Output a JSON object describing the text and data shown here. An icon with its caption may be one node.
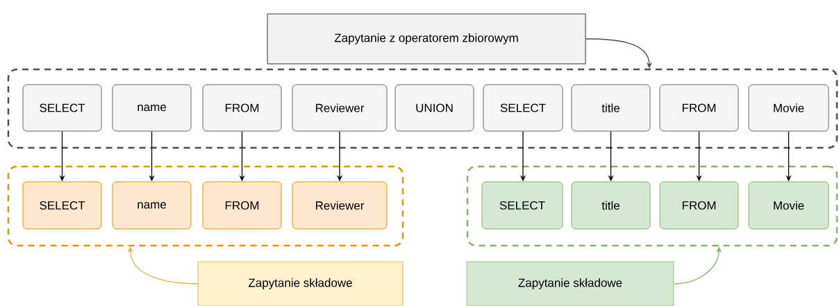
{
  "diagram": {
    "nodes": [
      {
        "text": [
          "Zapytanie z operatorem zbiorowym"
        ]
      },
      {
        "text": [],
        "shape": "box"
      },
      {
        "text": [
          "SELECT"
        ],
        "in": 1
      },
      {
        "text": [
          "name"
        ],
        "in": 1
      },
      {
        "text": [
          "FROM"
        ],
        "in": 1
      },
      {
        "text": [
          "Reviewer"
        ],
        "in": 1
      },
      {
        "text": [
          "UNION"
        ],
        "in": 1
      },
      {
        "text": [
          "SELECT"
        ],
        "in": 1
      },
      {
        "text": [
          "title"
        ],
        "in": 1
      },
      {
        "text": [
          "FROM"
        ],
        "in": 1
      },
      {
        "text": [
          "Movie"
        ],
        "in": 1
      },
      {
        "text": [],
        "shape": "box"
      },
      {
        "text": [
          "SELECT"
        ],
        "in": 11
      },
      {
        "text": [
          "name"
        ],
        "in": 11
      },
      {
        "text": [
          "FROM"
        ],
        "in": 11
      },
      {
        "text": [
          "Reviewer"
        ],
        "in": 11
      },
      {
        "text": [],
        "shape": "box"
      },
      {
        "text": [
          "SELECT"
        ],
        "in": 16
      },
      {
        "text": [
          "title"
        ],
        "in": 16
      },
      {
        "text": [
          "FROM"
        ],
        "in": 16
      },
      {
        "text": [
          "Movie"
        ],
        "in": 16
      },
      {
        "text": [
          "Zapytanie składowe"
        ]
      },
      {
        "text": [
          "Zapytanie składowe"
        ]
      }
    ],
    "edges": [
      {
        "from": 0,
        "to": 1,
        "arrow": "to",
        "color": "#4d4d4d"
      },
      {
        "from": 2,
        "to": 12,
        "arrow": "to"
      },
      {
        "from": 3,
        "to": 13,
        "arrow": "to"
      },
      {
        "from": 4,
        "to": 14,
        "arrow": "to"
      },
      {
        "from": 5,
        "to": 15,
        "arrow": "to"
      },
      {
        "from": 7,
        "to": 17,
        "arrow": "to"
      },
      {
        "from": 8,
        "to": 18,
        "arrow": "to"
      },
      {
        "from": 9,
        "to": 19,
        "arrow": "to"
      },
      {
        "from": 10,
        "to": 20,
        "arrow": "to"
      },
      {
        "from": 21,
        "to": 11,
        "arrow": "to",
        "color": "#d6b656"
      },
      {
        "from": 22,
        "to": 16,
        "arrow": "to",
        "color": "#82b366"
      }
    ]
  }
}
